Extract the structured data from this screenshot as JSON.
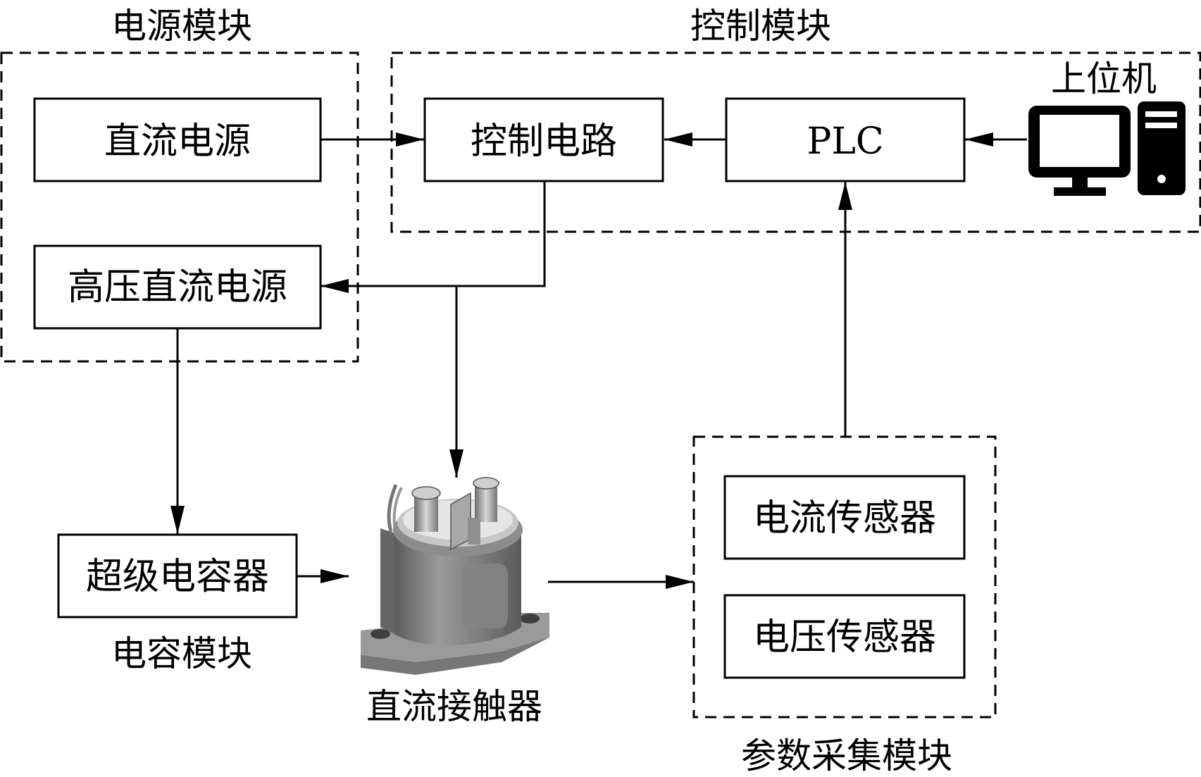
{
  "groups": {
    "power": "电源模块",
    "control": "控制模块",
    "capacitor": "电容模块",
    "sensing": "参数采集模块"
  },
  "blocks": {
    "dc_supply": "直流电源",
    "hv_dc_supply": "高压直流电源",
    "control_circuit": "控制电路",
    "plc": "PLC",
    "supercapacitor": "超级电容器",
    "current_sensor": "电流传感器",
    "voltage_sensor": "电压传感器"
  },
  "devices": {
    "host_computer": "上位机",
    "dc_contactor": "直流接触器"
  },
  "icons": {
    "host": "desktop-computer-icon",
    "contactor": "dc-contactor-illustration"
  },
  "colors": {
    "line": "#000000",
    "background": "#ffffff",
    "contactor_body": "#7a7a7a"
  }
}
